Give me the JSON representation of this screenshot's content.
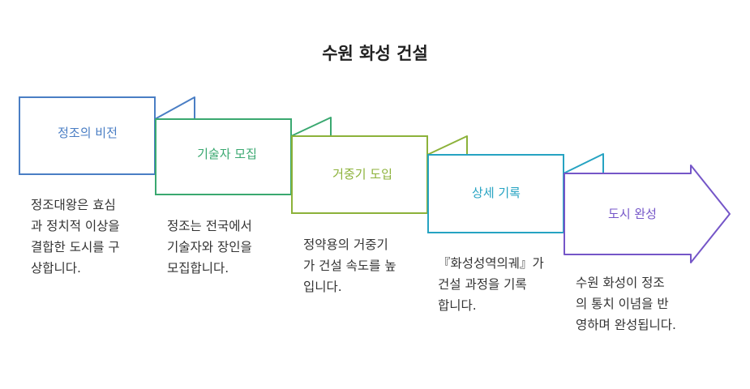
{
  "title": "수원 화성 건설",
  "steps": [
    {
      "label": "정조의 비전",
      "color": "#4a7ec4",
      "description": [
        "정조대왕은 효심",
        "과 정치적 이상을",
        "결합한 도시를 구",
        "상합니다."
      ]
    },
    {
      "label": "기술자 모집",
      "color": "#3aa870",
      "description": [
        "정조는 전국에서",
        "기술자와 장인을",
        "모집합니다."
      ]
    },
    {
      "label": "거중기 도입",
      "color": "#8cb23a",
      "description": [
        "정약용의 거중기",
        "가 건설 속도를 높",
        "입니다."
      ]
    },
    {
      "label": "상세 기록",
      "color": "#26a3c2",
      "description": [
        "『화성성역의궤』가",
        "건설 과정을 기록",
        "합니다."
      ]
    },
    {
      "label": "도시 완성",
      "color": "#7556c8",
      "description": [
        "수원 화성이 정조",
        "의 통치 이념을 반",
        "영하며 완성됩니다."
      ]
    }
  ]
}
